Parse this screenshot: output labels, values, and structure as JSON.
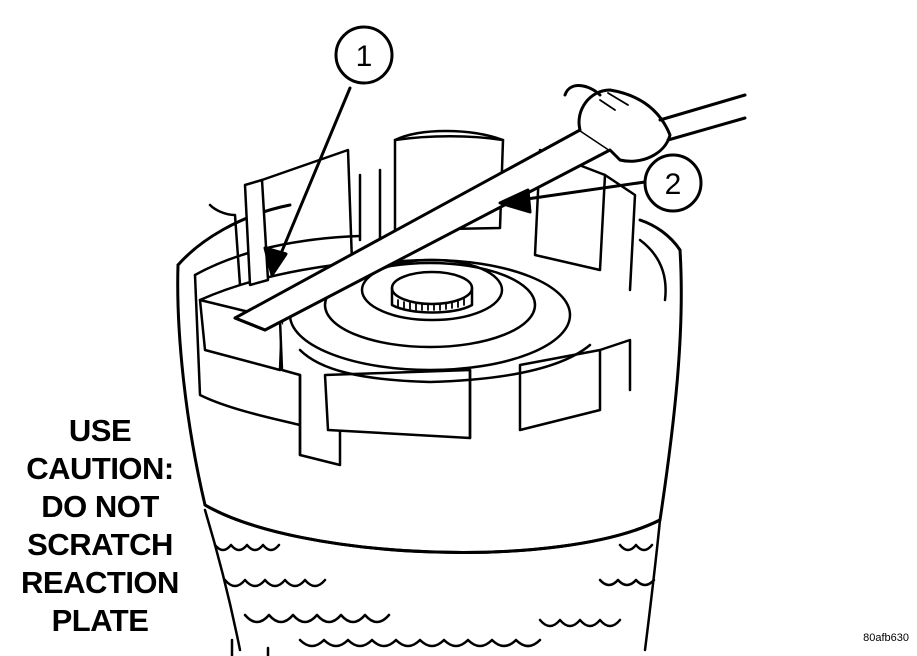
{
  "callouts": [
    {
      "label": "1"
    },
    {
      "label": "2"
    }
  ],
  "caution_lines": [
    "USE",
    "CAUTION:",
    "DO NOT",
    "SCRATCH",
    "REACTION",
    "PLATE"
  ],
  "figure_code": "80afb630"
}
